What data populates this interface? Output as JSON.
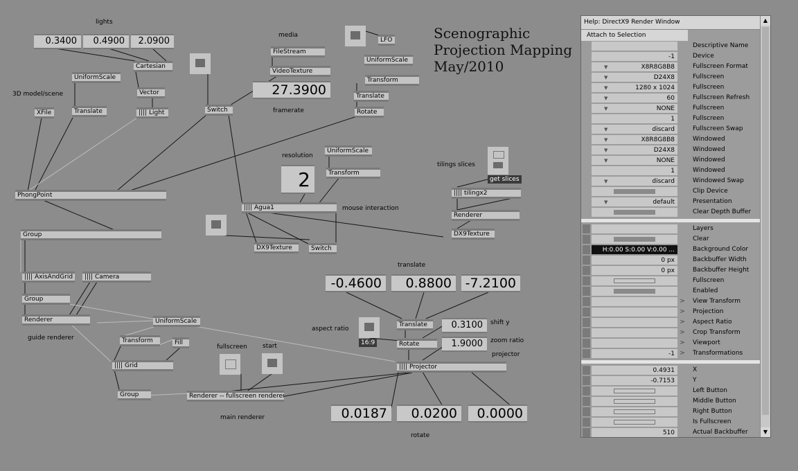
{
  "title_lines": [
    "Scenographic",
    "Projection Mapping",
    "May/2010"
  ],
  "labels": {
    "lights": "lights",
    "media": "media",
    "model": "3D model/scene",
    "framerate": "framerate",
    "resolution": "resolution",
    "mouse": "mouse interaction",
    "tilings": "tilings slices",
    "translate": "translate",
    "aspect": "aspect ratio",
    "shifty": "shift y",
    "zoom": "zoom ratio",
    "projector": "projector",
    "fullscreen": "fullscreen",
    "start": "start",
    "guide": "guide renderer",
    "main": "main renderer",
    "rotate": "rotate",
    "ratio169": "16:9",
    "getslices": "get slices"
  },
  "nodes": {
    "uniformscale1": "UniformScale",
    "cartesian": "Cartesian",
    "vector": "Vector",
    "light": "|||| Light",
    "translate1": "Translate",
    "xfile": "XFile",
    "filestream": "FileStream",
    "videotexture": "VideoTexture",
    "switch1": "Switch",
    "lfo": "LFO",
    "uniformscale2": "UniformScale",
    "transform2": "Transform",
    "translate2": "Translate",
    "rotate1": "Rotate",
    "phongpoint": "PhongPoint",
    "uniformscale3": "UniformScale",
    "transform3": "Transform",
    "agua": "|||| Agua1",
    "tilings": "|||| tilingx2",
    "renderer1": "Renderer",
    "dx9texture1": "DX9Texture",
    "dx9texture2": "DX9Texture",
    "switch2": "Switch",
    "group1": "Group",
    "axisgrid": "|||| AxisAndGrid",
    "camera": "|||| Camera",
    "group2": "Group",
    "renderer2": "Renderer",
    "uniformscale4": "UniformScale",
    "transform4": "Transform",
    "fill": "Fill",
    "grid": "|||| Grid",
    "group3": "Group",
    "renderer3": "Renderer -- fullscreen renderer",
    "translate3": "Translate",
    "rotate2": "Rotate",
    "projector": "|||| Projector"
  },
  "values": {
    "light_x": "0.3400",
    "light_y": "0.4900",
    "light_z": "2.0900",
    "framerate": "27.3900",
    "resolution": "2",
    "tr_x": "-0.4600",
    "tr_y": "0.8800",
    "tr_z": "-7.2100",
    "shift_y": "0.3100",
    "zoom": "1.9000",
    "rot_x": "0.0187",
    "rot_y": "0.0200",
    "rot_z": "0.0000"
  },
  "inspector": {
    "title": "Help: DirectX9 Render Window",
    "attach": "Attach to Selection",
    "rows_top": [
      {
        "value": "",
        "name": "Descriptive Name"
      },
      {
        "value": "-1",
        "name": "Device"
      },
      {
        "value": "X8R8G8B8",
        "name": "Fullscreen Format",
        "dropdown": true
      },
      {
        "value": "D24X8",
        "name": "Fullscreen",
        "dropdown": true
      },
      {
        "value": "1280 x 1024",
        "name": "Fullscreen",
        "dropdown": true
      },
      {
        "value": "60",
        "name": "Fullscreen Refresh",
        "dropdown": true
      },
      {
        "value": "NONE",
        "name": "Fullscreen",
        "dropdown": true
      },
      {
        "value": "1",
        "name": "Fullscreen"
      },
      {
        "value": "discard",
        "name": "Fullscreen Swap",
        "dropdown": true
      },
      {
        "value": "X8R8G8B8",
        "name": "Windowed",
        "dropdown": true
      },
      {
        "value": "D24X8",
        "name": "Windowed",
        "dropdown": true
      },
      {
        "value": "NONE",
        "name": "Windowed",
        "dropdown": true
      },
      {
        "value": "1",
        "name": "Windowed"
      },
      {
        "value": "discard",
        "name": "Windowed Swap",
        "dropdown": true
      },
      {
        "value": "",
        "name": "Clip Device",
        "bar": true
      },
      {
        "value": "default",
        "name": "Presentation",
        "dropdown": true
      },
      {
        "value": "",
        "name": "Clear Depth Buffer",
        "bar": true
      }
    ],
    "rows_mid": [
      {
        "value": "",
        "name": "Layers"
      },
      {
        "value": "",
        "name": "Clear",
        "bar": true
      },
      {
        "value": "H:0.00  S:0.00  V:0.00  ...",
        "name": "Background Color",
        "dark": true
      },
      {
        "value": "0 px",
        "name": "Backbuffer Width"
      },
      {
        "value": "0 px",
        "name": "Backbuffer Height"
      },
      {
        "value": "",
        "name": "Fullscreen",
        "outline": true
      },
      {
        "value": "",
        "name": "Enabled",
        "bar": true
      },
      {
        "value": "",
        "name": "View Transform",
        "arrow": true
      },
      {
        "value": "",
        "name": "Projection",
        "arrow": true
      },
      {
        "value": "",
        "name": "Aspect Ratio",
        "arrow": true
      },
      {
        "value": "",
        "name": "Crop Transform",
        "arrow": true
      },
      {
        "value": "",
        "name": "Viewport",
        "arrow": true
      },
      {
        "value": "-1",
        "name": "Transformations",
        "arrow": true
      }
    ],
    "rows_bot": [
      {
        "value": "0.4931",
        "name": "X"
      },
      {
        "value": "-0.7153",
        "name": "Y"
      },
      {
        "value": "",
        "name": "Left Button",
        "outline": true
      },
      {
        "value": "",
        "name": "Middle Button",
        "outline": true
      },
      {
        "value": "",
        "name": "Right Button",
        "outline": true
      },
      {
        "value": "",
        "name": "Is Fullscreen",
        "outline": true
      },
      {
        "value": "510",
        "name": "Actual Backbuffer"
      }
    ],
    "chevron_glyph": "▼",
    "arrow_glyph": ">"
  },
  "colors": {
    "background": "#8c8c8c",
    "node": "#c4c4c4",
    "cable": "#111111",
    "cable_light": "#bdbdbd"
  }
}
